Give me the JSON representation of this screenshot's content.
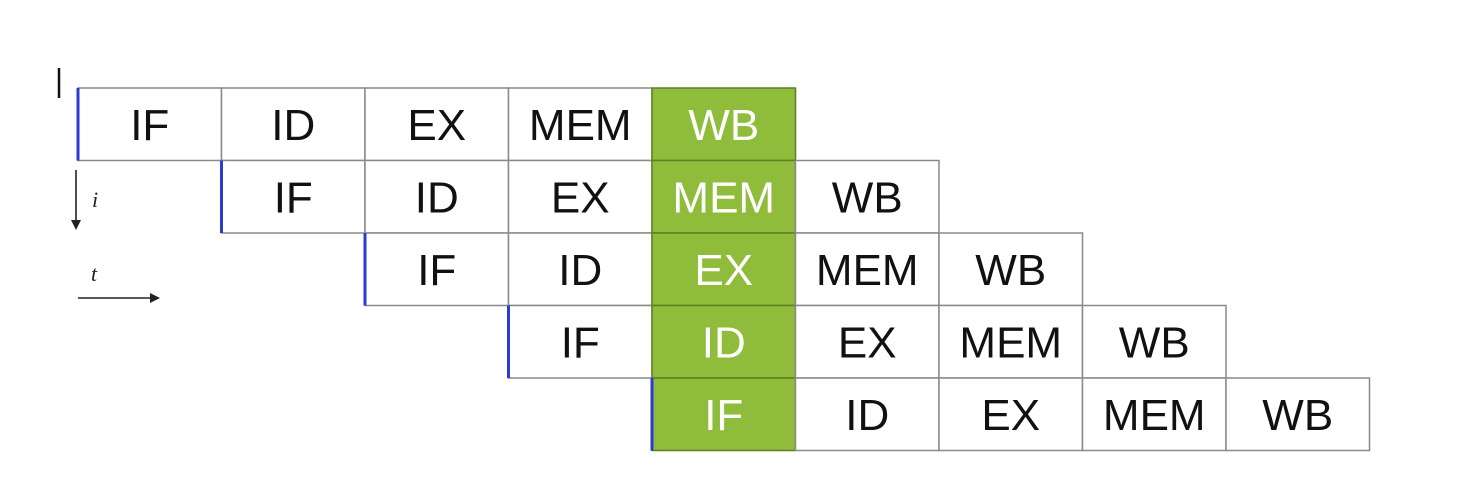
{
  "pipeline": {
    "rows": [
      [
        "IF",
        "ID",
        "EX",
        "MEM",
        "WB"
      ],
      [
        "IF",
        "ID",
        "EX",
        "MEM",
        "WB"
      ],
      [
        "IF",
        "ID",
        "EX",
        "MEM",
        "WB"
      ],
      [
        "IF",
        "ID",
        "EX",
        "MEM",
        "WB"
      ],
      [
        "IF",
        "ID",
        "EX",
        "MEM",
        "WB"
      ]
    ],
    "highlight_column": 4,
    "highlight_color": "#8fbc3a",
    "row_start_color": "#2b3bd6"
  },
  "axes": {
    "vertical_label": "i",
    "horizontal_label": "t"
  }
}
